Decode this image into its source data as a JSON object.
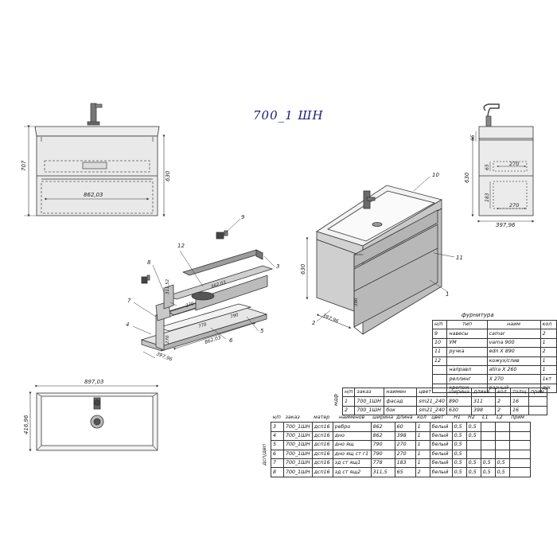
{
  "title": "700_1 ШН",
  "front_view": {
    "height": "707",
    "inner_height": "630",
    "drawer_width": "862,03"
  },
  "side_view": {
    "inner_height": "630",
    "h65a": "65",
    "d270a": "270",
    "h65b": "65",
    "h183": "183",
    "d270b": "270",
    "depth": "397,96"
  },
  "top_view": {
    "width": "897,03",
    "depth": "416,96"
  },
  "iso_view": {
    "h630": "630",
    "d397": "397,96",
    "n1": "1",
    "n2": "2",
    "n10": "10",
    "n11": "11",
    "d390": "390"
  },
  "exploded": {
    "n3": "3",
    "n4": "4",
    "n5": "5",
    "n6": "6",
    "n7": "7",
    "n8": "8",
    "n9": "9",
    "n12": "12",
    "d311": "311,52",
    "d862a": "862,03",
    "d862b": "862,03",
    "d397": "397,96",
    "d270": "270",
    "d270b": "270",
    "d778": "778",
    "d790": "790"
  },
  "hardware": {
    "title": "фурнитура",
    "headers": [
      "н/п",
      "тип",
      "наим",
      "кол"
    ],
    "rows": [
      [
        "9",
        "навесы",
        "camar",
        "2"
      ],
      [
        "10",
        "УМ",
        "varna 900",
        "1"
      ],
      [
        "11",
        "ручка",
        "edn X 890",
        "2"
      ],
      [
        "12",
        "",
        "кожух/слив",
        "1"
      ],
      [
        "",
        "направл",
        "atira X 260",
        "1"
      ],
      [
        "",
        "реллинг",
        "X 270",
        "1кт"
      ],
      [
        "",
        "крепеж",
        "разный",
        "д/к"
      ]
    ]
  },
  "facade": {
    "side_label": "мдф",
    "headers": [
      "н/п",
      "заказ",
      "наимен",
      "цвет",
      "ширина",
      "длина",
      "кол",
      "толщ",
      "прим"
    ],
    "rows": [
      [
        "1",
        "700_1ШН",
        "фасад",
        "sm21_240",
        "890",
        "311",
        "2",
        "16",
        ""
      ],
      [
        "2",
        "700_1ШН",
        "бок",
        "sm21_240",
        "630",
        "398",
        "2",
        "16",
        ""
      ]
    ]
  },
  "parts": {
    "side_label": "дсп/двп",
    "headers": [
      "н/п",
      "заказ",
      "матер",
      "наименов",
      "ширина",
      "длина",
      "кол",
      "цвет",
      "H1",
      "H2",
      "L1",
      "L2",
      "прим"
    ],
    "rows": [
      [
        "3",
        "700_1ШН",
        "дсп16",
        "ребро",
        "862",
        "60",
        "1",
        "белый",
        "0,5",
        "0,5",
        "",
        "",
        ""
      ],
      [
        "4",
        "700_1ШН",
        "дсп16",
        "дно",
        "862",
        "398",
        "1",
        "белый",
        "0,5",
        "0,5",
        "",
        "",
        ""
      ],
      [
        "5",
        "700_1ШН",
        "дсп16",
        "дно ящ",
        "790",
        "270",
        "1",
        "белый",
        "0,5",
        "",
        "",
        "",
        ""
      ],
      [
        "6",
        "700_1ШН",
        "дсп16",
        "дно ящ ст г1",
        "790",
        "270",
        "1",
        "белый",
        "0,5",
        "",
        "",
        "",
        ""
      ],
      [
        "7",
        "700_1ШН",
        "дсп16",
        "зд ст ящ1",
        "778",
        "183",
        "1",
        "белый",
        "0,5",
        "0,5",
        "0,5",
        "0,5",
        ""
      ],
      [
        "8",
        "700_1ШН",
        "дсп16",
        "зд ст ящ2",
        "311,5",
        "65",
        "2",
        "белый",
        "0,5",
        "0,5",
        "0,5",
        "0,5",
        ""
      ]
    ]
  }
}
